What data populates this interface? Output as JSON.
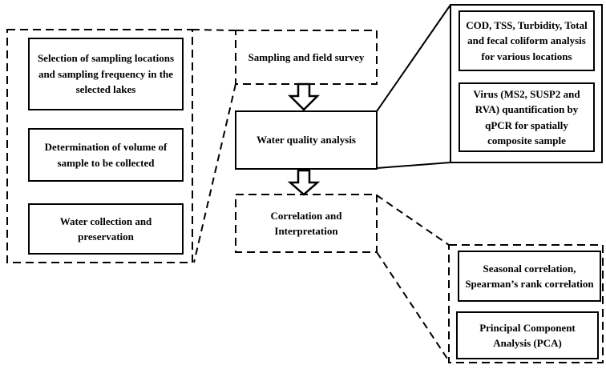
{
  "colors": {
    "ink": "#000000",
    "paper": "#ffffff"
  },
  "left_group": {
    "boxes": [
      "Selection of sampling locations and sampling frequency in the selected lakes",
      "Determination of volume of sample to be collected",
      "Water collection and preservation"
    ]
  },
  "center": {
    "sampling_label": "Sampling and field survey",
    "water_quality_label": "Water quality analysis",
    "correlation_label": "Correlation and Interpretation"
  },
  "right_top_group": {
    "boxes": [
      "COD, TSS, Turbidity, Total and fecal coliform analysis for various locations",
      "Virus (MS2, SUSP2 and RVA) quantification by qPCR for spatially composite sample"
    ]
  },
  "right_bottom_group": {
    "boxes": [
      "Seasonal correlation, Spearman’s rank correlation",
      "Principal Component Analysis (PCA)"
    ]
  }
}
